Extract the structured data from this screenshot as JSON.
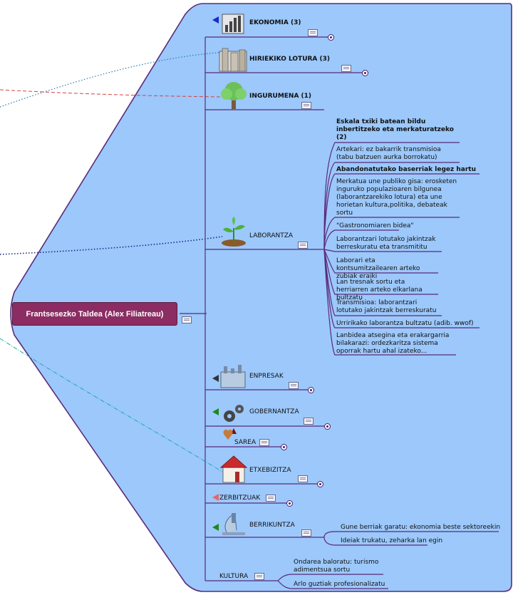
{
  "root": {
    "label": "Frantsesezko Taldea (Alex Filiatreau)"
  },
  "branches": [
    {
      "key": "ekonomia",
      "label": "EKONOMIA (3)",
      "bold": true,
      "icon": "economy-chart-icon",
      "flag_color": "#1a2acc"
    },
    {
      "key": "hiriekiko",
      "label": "HIRIEKIKO LOTURA (3)",
      "bold": true,
      "icon": "city-buildings-icon"
    },
    {
      "key": "ingurumena",
      "label": "INGURUMENA (1)",
      "bold": true,
      "icon": "tree-icon"
    },
    {
      "key": "laborantza",
      "label": "LABORANTZA",
      "bold": false,
      "icon": "plant-sprout-icon",
      "children": [
        {
          "label": "Eskala txiki batean bildu inbertitzeko eta merkaturatzeko (2)",
          "bold": true
        },
        {
          "label": "Artekari: ez bakarrik transmisioa (tabu batzuen aurka borrokatu)",
          "bold": false
        },
        {
          "label": "Abandonatutako baserriak legez hartu",
          "bold": true
        },
        {
          "label": "Merkatua une publiko gisa: erosketen inguruko populazioaren bilgunea (laborantzarekiko lotura) eta une horietan kultura,politika, debateak sortu",
          "bold": false
        },
        {
          "label": "\"Gastronomiaren bidea\"",
          "bold": false
        },
        {
          "label": "Laborantzari lotutako jakintzak berreskuratu eta transmititu",
          "bold": false
        },
        {
          "label": "Laborari eta kontsumitzailearen arteko zubiak eraiki",
          "bold": false
        },
        {
          "label": "Lan tresnak sortu eta herriarren arteko elkarlana bultzatu",
          "bold": false
        },
        {
          "label": "Transmisioa: laborantzari lotutako jakintzak berreskuratu",
          "bold": false
        },
        {
          "label": "Urririkako laborantza bultzatu (adib. wwof)",
          "bold": false
        },
        {
          "label": "Lanbidea atsegina eta erakargarria bilakarazi: ordezkaritza sistema oporrak hartu ahal izateko...",
          "bold": false
        }
      ]
    },
    {
      "key": "enpresak",
      "label": "ENPRESAK",
      "bold": false,
      "icon": "factory-icon",
      "flag_color": "#333333"
    },
    {
      "key": "gobernantza",
      "label": "GOBERNANTZA",
      "bold": false,
      "icon": "gears-icon",
      "flag_color": "#1a8a1a"
    },
    {
      "key": "sarea",
      "label": "SAREA",
      "bold": false,
      "icon": "heart-network-icon",
      "flag_color": "#7a1010"
    },
    {
      "key": "etxebizitza",
      "label": "ETXEBIZITZA",
      "bold": false,
      "icon": "house-icon"
    },
    {
      "key": "zerbitzuak",
      "label": "ZERBITZUAK",
      "bold": false,
      "icon": "none",
      "flag_color": "#e06a6a"
    },
    {
      "key": "berrikuntza",
      "label": "BERRIKUNTZA",
      "bold": false,
      "icon": "microscope-icon",
      "flag_color": "#1a8a1a",
      "children": [
        {
          "label": "Gune berriak garatu: ekonomia beste sektoreekin",
          "bold": false
        },
        {
          "label": "Ideiak trukatu, zeharka lan egin",
          "bold": false
        }
      ]
    },
    {
      "key": "kultura",
      "label": "KULTURA",
      "bold": false,
      "icon": "none",
      "children": [
        {
          "label": "Ondarea baloratu: turismo adimentsua sortu",
          "bold": false
        },
        {
          "label": "Arlo guztiak profesionalizatu",
          "bold": false
        }
      ]
    }
  ],
  "colors": {
    "bubble_fill": "#9cc8fb",
    "bubble_border": "#5a2a7a",
    "branch_line": "#5a2a7a",
    "root_fill": "#8b2d62",
    "link_blue_dotted": "#2a7ab0",
    "link_red_dashed": "#d84040",
    "link_navy_dotted": "#1a2a8a",
    "link_teal_dashdot": "#20a8a8"
  }
}
